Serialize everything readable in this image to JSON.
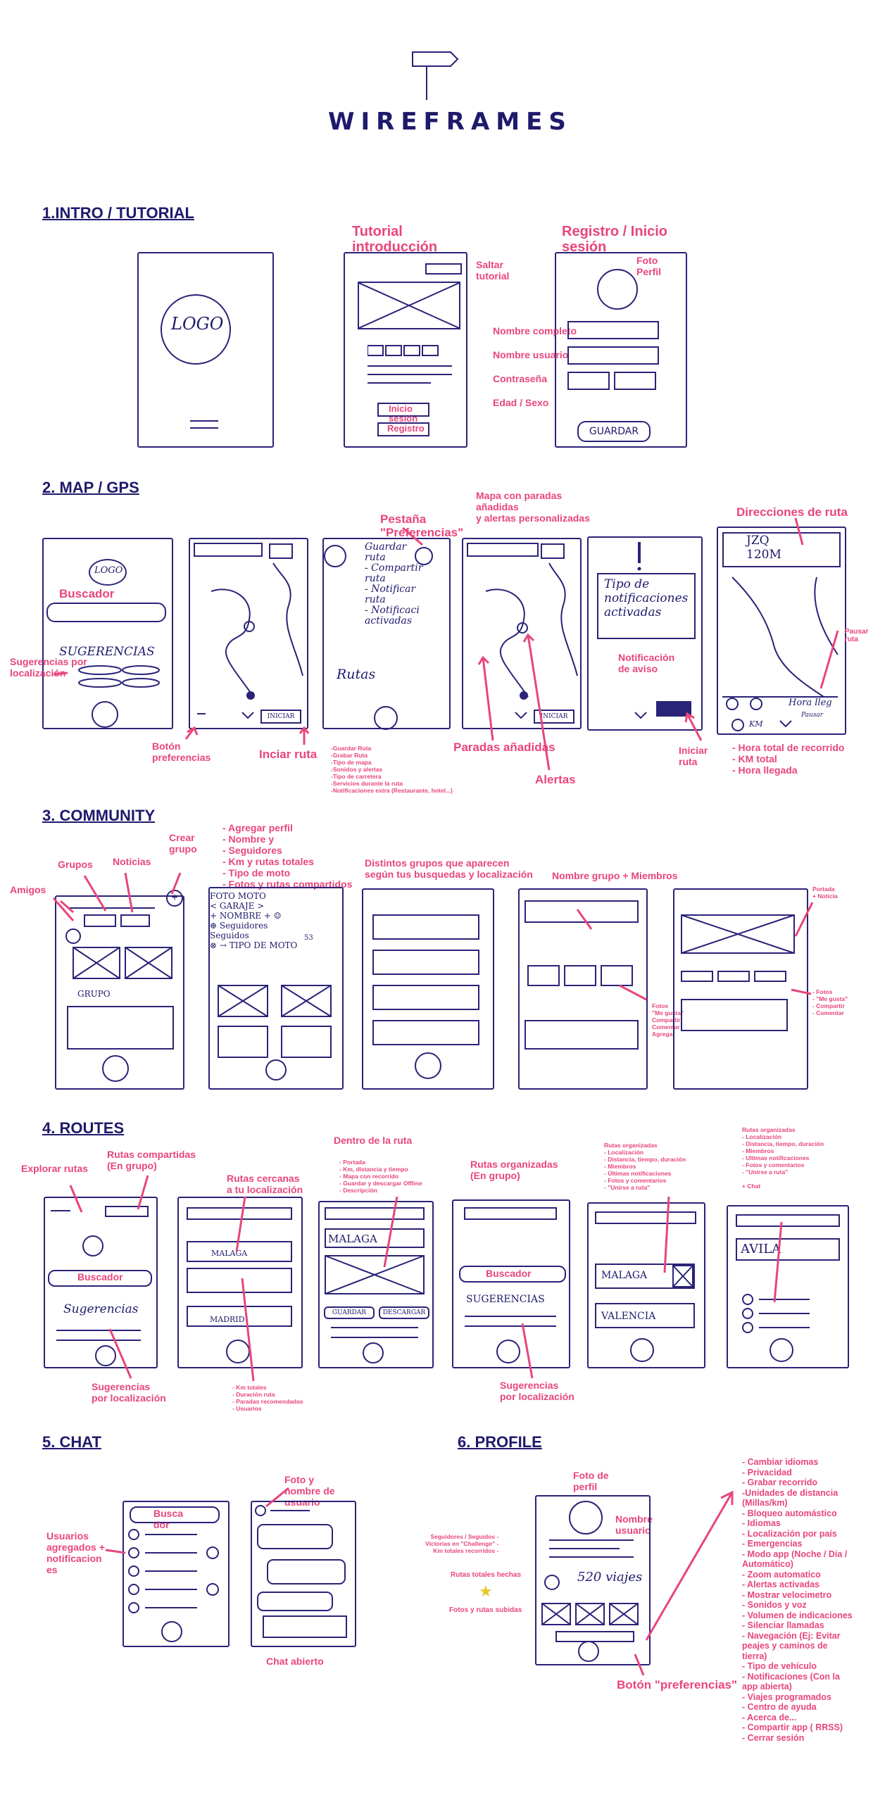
{
  "header": {
    "title": "WIREFRAMES",
    "logo_icon": "signpost-icon"
  },
  "colors": {
    "ink": "#1f1a6b",
    "accent": "#e8457c"
  },
  "sections": {
    "intro": {
      "heading": "1.INTRO / TUTORIAL",
      "logo_text": "LOGO",
      "tutorial_title": "Tutorial\nintroducción",
      "skip": "Saltar\ntutorial",
      "btn_inicio": "Inicio\nsesión",
      "btn_registro": "Registro",
      "registro_title": "Registro / Inicio\nsesión",
      "foto_perfil": "Foto\nPerfil",
      "nombre_completo": "Nombre completo",
      "nombre_usuario": "Nombre usuario",
      "contrasena": "Contraseña",
      "edad_sexo": "Edad / Sexo",
      "guardar": "GUARDAR"
    },
    "map": {
      "heading": "2. MAP / GPS",
      "buscador": "Buscador",
      "sugerencias_loc": "Sugerencias por\nlocalización",
      "boton_pref": "Botón\npreferencias",
      "iniciar_ruta": "Inciar ruta",
      "logo_text": "LOGO",
      "sugerencias_hw": "SUGERENCIAS",
      "pestana": "Pestaña\n\"Preferencias\"",
      "menu_items": "Guardar\nruta\n- Compartir\n  ruta\n- Notificar\n  ruta\n- Notificaci\n  activadas",
      "rutas_hw": "Rutas",
      "pref_list": "-Guardar Ruta\n-Grabar Ruta\n-Tipo de mapa\n-Sonidos y alertas\n-Tipo de carretera\n-Servicios durante la ruta\n-Notificaciones extra (Restaurante, hotel...)",
      "mapa_paradas": "Mapa con paradas\nañadidas\ny alertas personalizadas",
      "paradas": "Paradas añadidas",
      "alertas": "Alertas",
      "notif_box": "Tipo de\nnotificaciones\nactivadas",
      "notif_aviso": "Notificación\nde aviso",
      "iniciar_ruta2": "Iniciar\nruta",
      "direcciones": "Direcciones de ruta",
      "dir_hw": "JZQ\n120M",
      "pausar": "Pausar\nruta",
      "stats": "- Hora total de recorrido\n- KM total\n- Hora llegada",
      "hora_hw": "Hora lleg",
      "km_hw": "KM",
      "pausar_hw": "Pausar",
      "iniciar_hw": "INICIAR"
    },
    "community": {
      "heading": "3. COMMUNITY",
      "amigos": "Amigos",
      "grupos": "Grupos",
      "noticias": "Noticias",
      "crear_grupo": "Crear\ngrupo",
      "grupo_hw": "GRUPO",
      "perfil_list": "- Agregar perfil\n- Nombre y\n- Seguidores\n- Km y rutas totales\n- Tipo de moto\n- Fotos y rutas compartidos",
      "perfil_hw": "FOTO MOTO\n< GARAJE >\n+ NOMBRE + ☺\n⊕ Seguidores\n  Seguidos\n⊗ → TIPO DE MOTO",
      "km_hw": "53",
      "distintos": "Distintos grupos que aparecen\nsegún tus busquedas y localización",
      "nombre_grupo": "Nombre grupo + Miembros",
      "fotos_list": "Fotos\n\"Me gusta\"\nCompartir\nComentar\nAgregar",
      "portada": "Portada\n+ Noticia",
      "fotos_list2": "- Fotos\n- \"Me gusta\"\n- Compartir\n- Comentar"
    },
    "routes": {
      "heading": "4. ROUTES",
      "explorar": "Explorar rutas",
      "compartidas": "Rutas compartidas\n(En grupo)",
      "buscador": "Buscador",
      "sugerencias_hw": "Sugerencias",
      "sug_loc": "Sugerencias\npor localización",
      "cercanas": "Rutas cercanas\na tu localización",
      "malaga_hw": "MALAGA",
      "madrid_hw": "MADRID",
      "km_list": "- Km totales\n- Duración ruta\n- Paradas recomendadas\n- Usuarios",
      "dentro": "Dentro de la ruta",
      "dentro_list": "- Portada\n- Km, distancia y tiempo\n- Mapa con recorrido\n- Guardar y descargar Offline\n- Descripción",
      "malaga_hw2": "MALAGA",
      "guardar_hw": "GUARDAR",
      "descargar_hw": "DESCARGAR",
      "organizadas": "Rutas organizadas\n(En grupo)",
      "buscador2": "Buscador",
      "sugerencias_hw2": "SUGERENCIAS",
      "sug_loc2": "Sugerencias\npor localización",
      "org_list": "Rutas organizadas\n- Localización\n- Distancia, tiempo, duración\n- Miembros\n- Últimas notificaciones\n- Fotos y comentarios\n- \"Unirse a ruta\"",
      "malaga_hw3": "MALAGA",
      "valencia_hw": "VALENCIA",
      "org_list2": "Rutas organizadas\n- Localización\n- Distancia, tiempo, duración\n- Miembros\n- Ultimas notificaciones\n- Fotos y comentarios\n- \"Unirse a ruta\"\n\n+ Chat",
      "avila_hw": "AVILA"
    },
    "chat": {
      "heading": "5. CHAT",
      "usuarios": "Usuarios\nagregados +\nnotificacion\nes",
      "buscador": "Busca\ndor",
      "foto_nombre": "Foto y\nnombre de\nusuario",
      "chat_abierto": "Chat abierto"
    },
    "profile": {
      "heading": "6. PROFILE",
      "foto_perfil": "Foto de\nperfil",
      "nombre_usuario": "Nombre\nusuario",
      "seguidores": "Seguidores / Seguidos  -\nVictorias en \"Challenge\"  -\nKm totales recorridos  -",
      "rutas_totales": "Rutas totales hechas",
      "fotos_rutas": "Fotos y rutas subidas",
      "viajes_hw": "520 viajes",
      "boton_pref": "Botón \"preferencias\"",
      "settings_list": "- Cambiar idiomas\n- Privacidad\n- Grabar recorrido\n -Unidades de distancia\n  (Millas/km)\n- Bloqueo automástico\n- Idiomas\n- Localización por país\n- Emergencias\n- Modo app (Noche / Día  /\n  Automático)\n- Zoom automatico\n- Alertas activadas\n- Mostrar velocimetro\n- Sonidos y voz\n- Volumen de indicaciones\n- Silenciar llamadas\n- Navegación (Ej: Evitar\n  peajes y caminos de\n  tierra)\n- Tipo de vehículo\n- Notificaciones (Con la\n  app abierta)\n- Viajes programados\n- Centro de ayuda\n- Acerca de...\n- Compartir app ( RRSS)\n- Cerrar sesión"
    }
  }
}
